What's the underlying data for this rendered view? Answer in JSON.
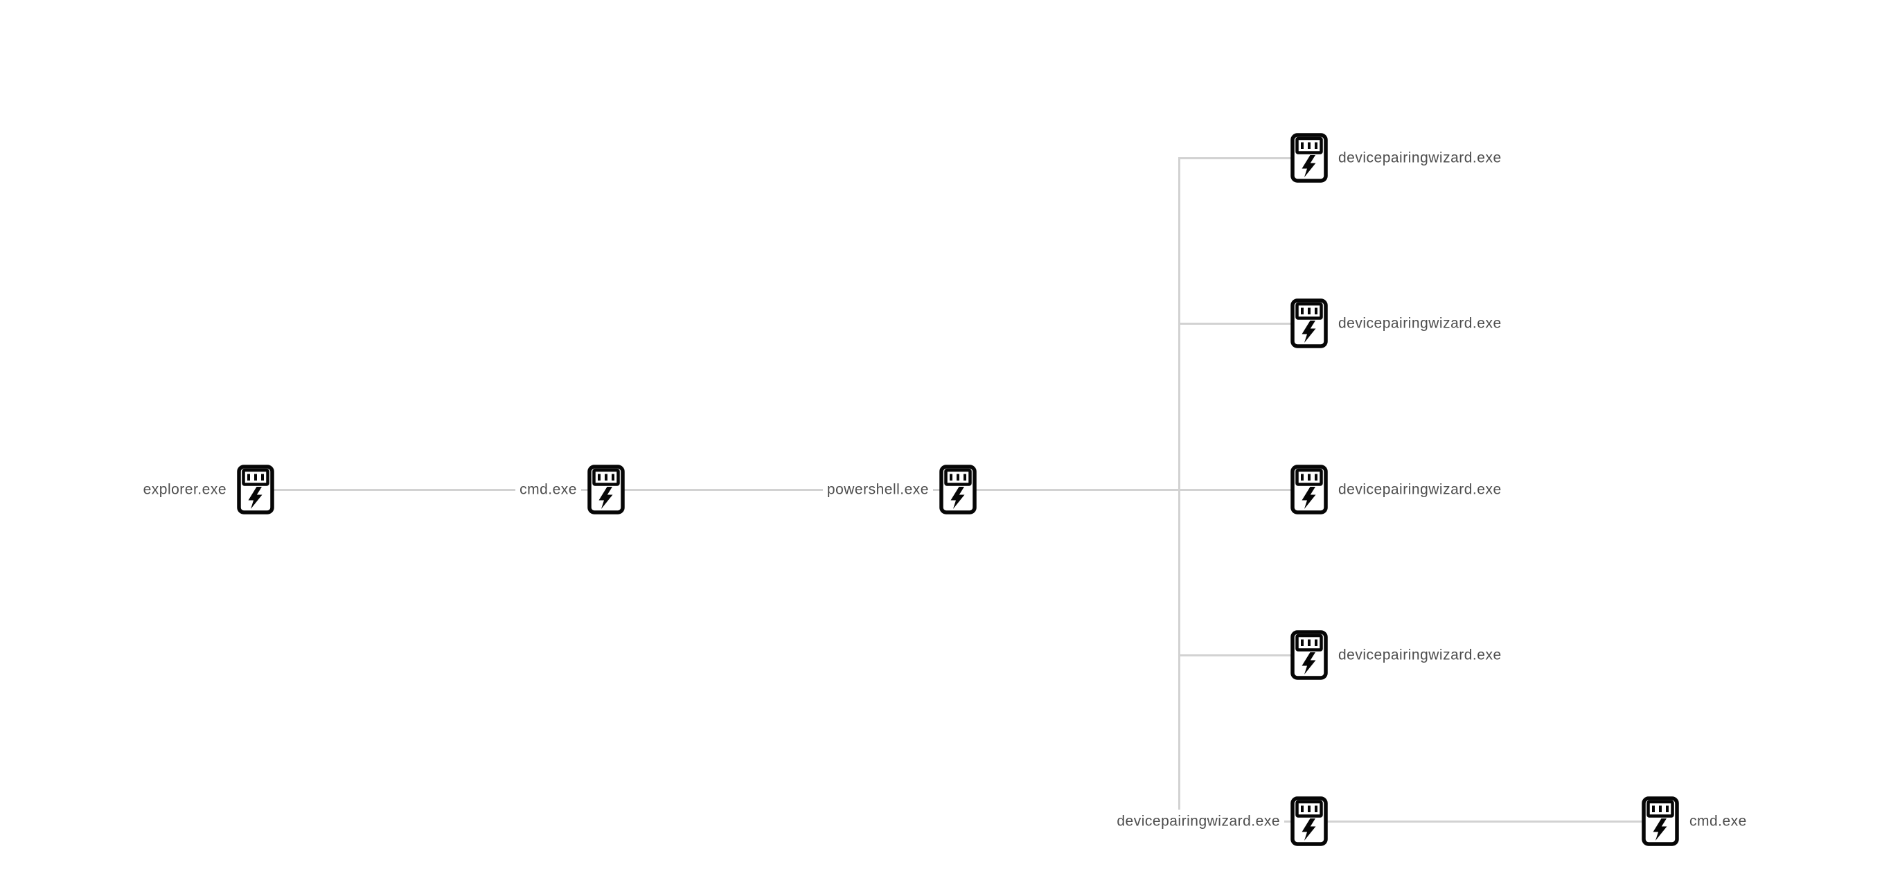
{
  "view": {
    "background": "#ffffff",
    "type": "process-tree-graph"
  },
  "colors": {
    "edge_line": "#d2d2d2",
    "label_text": "#4d4d4d",
    "icon_stroke": "#060606",
    "icon_fill": "#ffffff"
  },
  "tree": {
    "nodes": [
      {
        "id": "explorer",
        "label": "explorer.exe",
        "parent": null
      },
      {
        "id": "cmd-1",
        "label": "cmd.exe",
        "parent": "explorer"
      },
      {
        "id": "powershell",
        "label": "powershell.exe",
        "parent": "cmd-1"
      },
      {
        "id": "devicepairingwizard-1",
        "label": "devicepairingwizard.exe",
        "parent": "powershell"
      },
      {
        "id": "devicepairingwizard-2",
        "label": "devicepairingwizard.exe",
        "parent": "powershell"
      },
      {
        "id": "devicepairingwizard-3",
        "label": "devicepairingwizard.exe",
        "parent": "powershell"
      },
      {
        "id": "devicepairingwizard-4",
        "label": "devicepairingwizard.exe",
        "parent": "powershell"
      },
      {
        "id": "devicepairingwizard-5",
        "label": "devicepairingwizard.exe",
        "parent": "powershell"
      },
      {
        "id": "cmd-2",
        "label": "cmd.exe",
        "parent": "devicepairingwizard-5"
      }
    ]
  }
}
